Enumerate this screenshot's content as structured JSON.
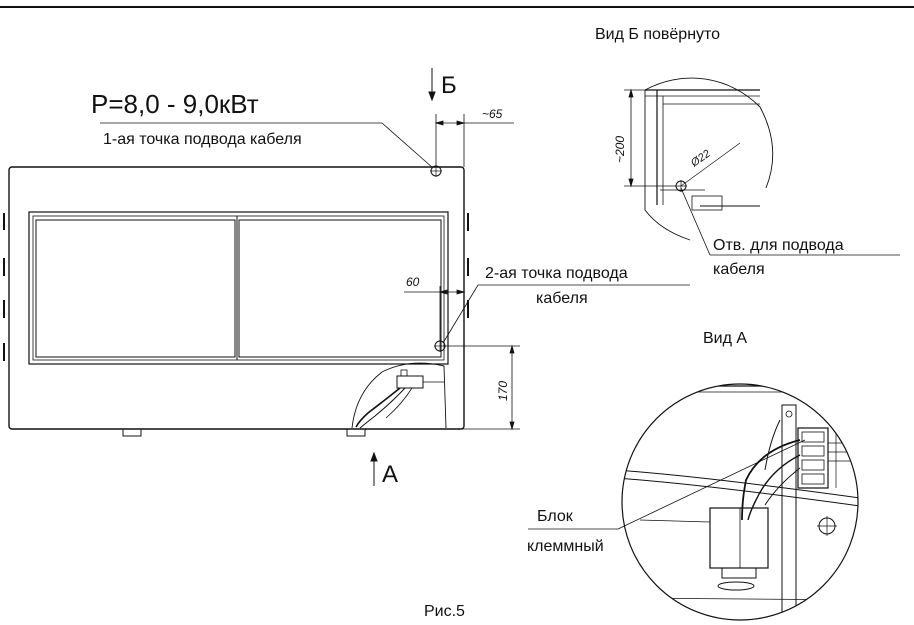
{
  "labels": {
    "power": "P=8,0 - 9,0кВт",
    "point1": "1-ая точка подвода кабеля",
    "point2_line1": "2-ая точка подвода",
    "point2_line2": "кабеля",
    "view_b_title": "Вид Б повёрнуто",
    "view_b_marker": "Б",
    "view_a_title": "Вид А",
    "view_a_marker": "А",
    "hole_line1": "Отв. для подвода",
    "hole_line2": "кабеля",
    "terminal_line1": "Блок",
    "terminal_line2": "клеммный",
    "caption": "Рис.5"
  },
  "dimensions": {
    "top_offset": "~65",
    "side_offset": "60",
    "height": "170",
    "view_b_height": "~200",
    "hole_diameter": "Ø22"
  }
}
